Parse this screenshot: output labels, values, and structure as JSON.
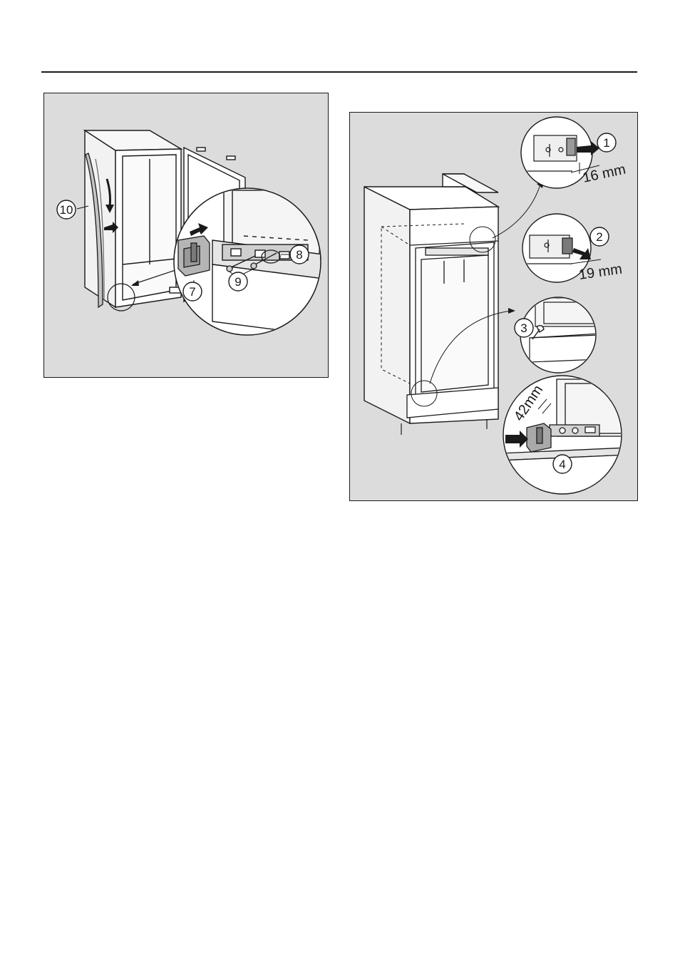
{
  "figure_left": {
    "callouts": {
      "c10": "10",
      "c8": "8",
      "c7": "7",
      "c9": "9"
    }
  },
  "figure_right": {
    "callouts": {
      "c1": "1",
      "c2": "2",
      "c3": "3",
      "c4": "4"
    },
    "dimensions": {
      "d1": "16 mm",
      "d2": "19 mm",
      "d4": "42mm"
    }
  },
  "colors": {
    "panel_background": "#dcdcdc",
    "line": "#1a1a1a",
    "appliance_fill": "#ffffff",
    "part_gray": "#b5b5b5"
  }
}
